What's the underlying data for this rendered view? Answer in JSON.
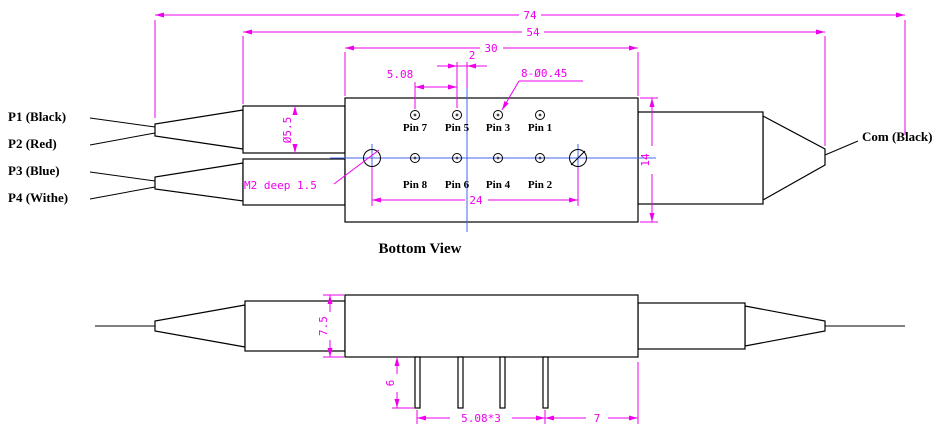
{
  "colors": {
    "dim-color": "#ee00ee",
    "center-color": "#4466ee",
    "outline-color": "#000000",
    "bg-color": "#ffffff"
  },
  "labels": {
    "p1": "P1 (Black)",
    "p2": "P2 (Red)",
    "p3": "P3 (Blue)",
    "p4": "P4 (Withe)",
    "com": "Com (Black)",
    "view_title": "Bottom View"
  },
  "pins": {
    "top_row": [
      "Pin 7",
      "Pin 5",
      "Pin 3",
      "Pin 1"
    ],
    "bottom_row": [
      "Pin 8",
      "Pin 6",
      "Pin 4",
      "Pin 2"
    ]
  },
  "dimensions": {
    "overall_length": "74",
    "boot_span": "54",
    "body_width": "30",
    "hole_spacing": "24",
    "body_height": "14",
    "pin_pitch": "5.08",
    "row_offset": "2",
    "pin_holes": "8-Ø0.45",
    "boot_diameter": "Ø5.5",
    "mount_hole": "M2 deep 1.5",
    "side_height": "7.5",
    "pin_length": "6",
    "pin_span": "5.08*3",
    "end_gap": "7"
  }
}
